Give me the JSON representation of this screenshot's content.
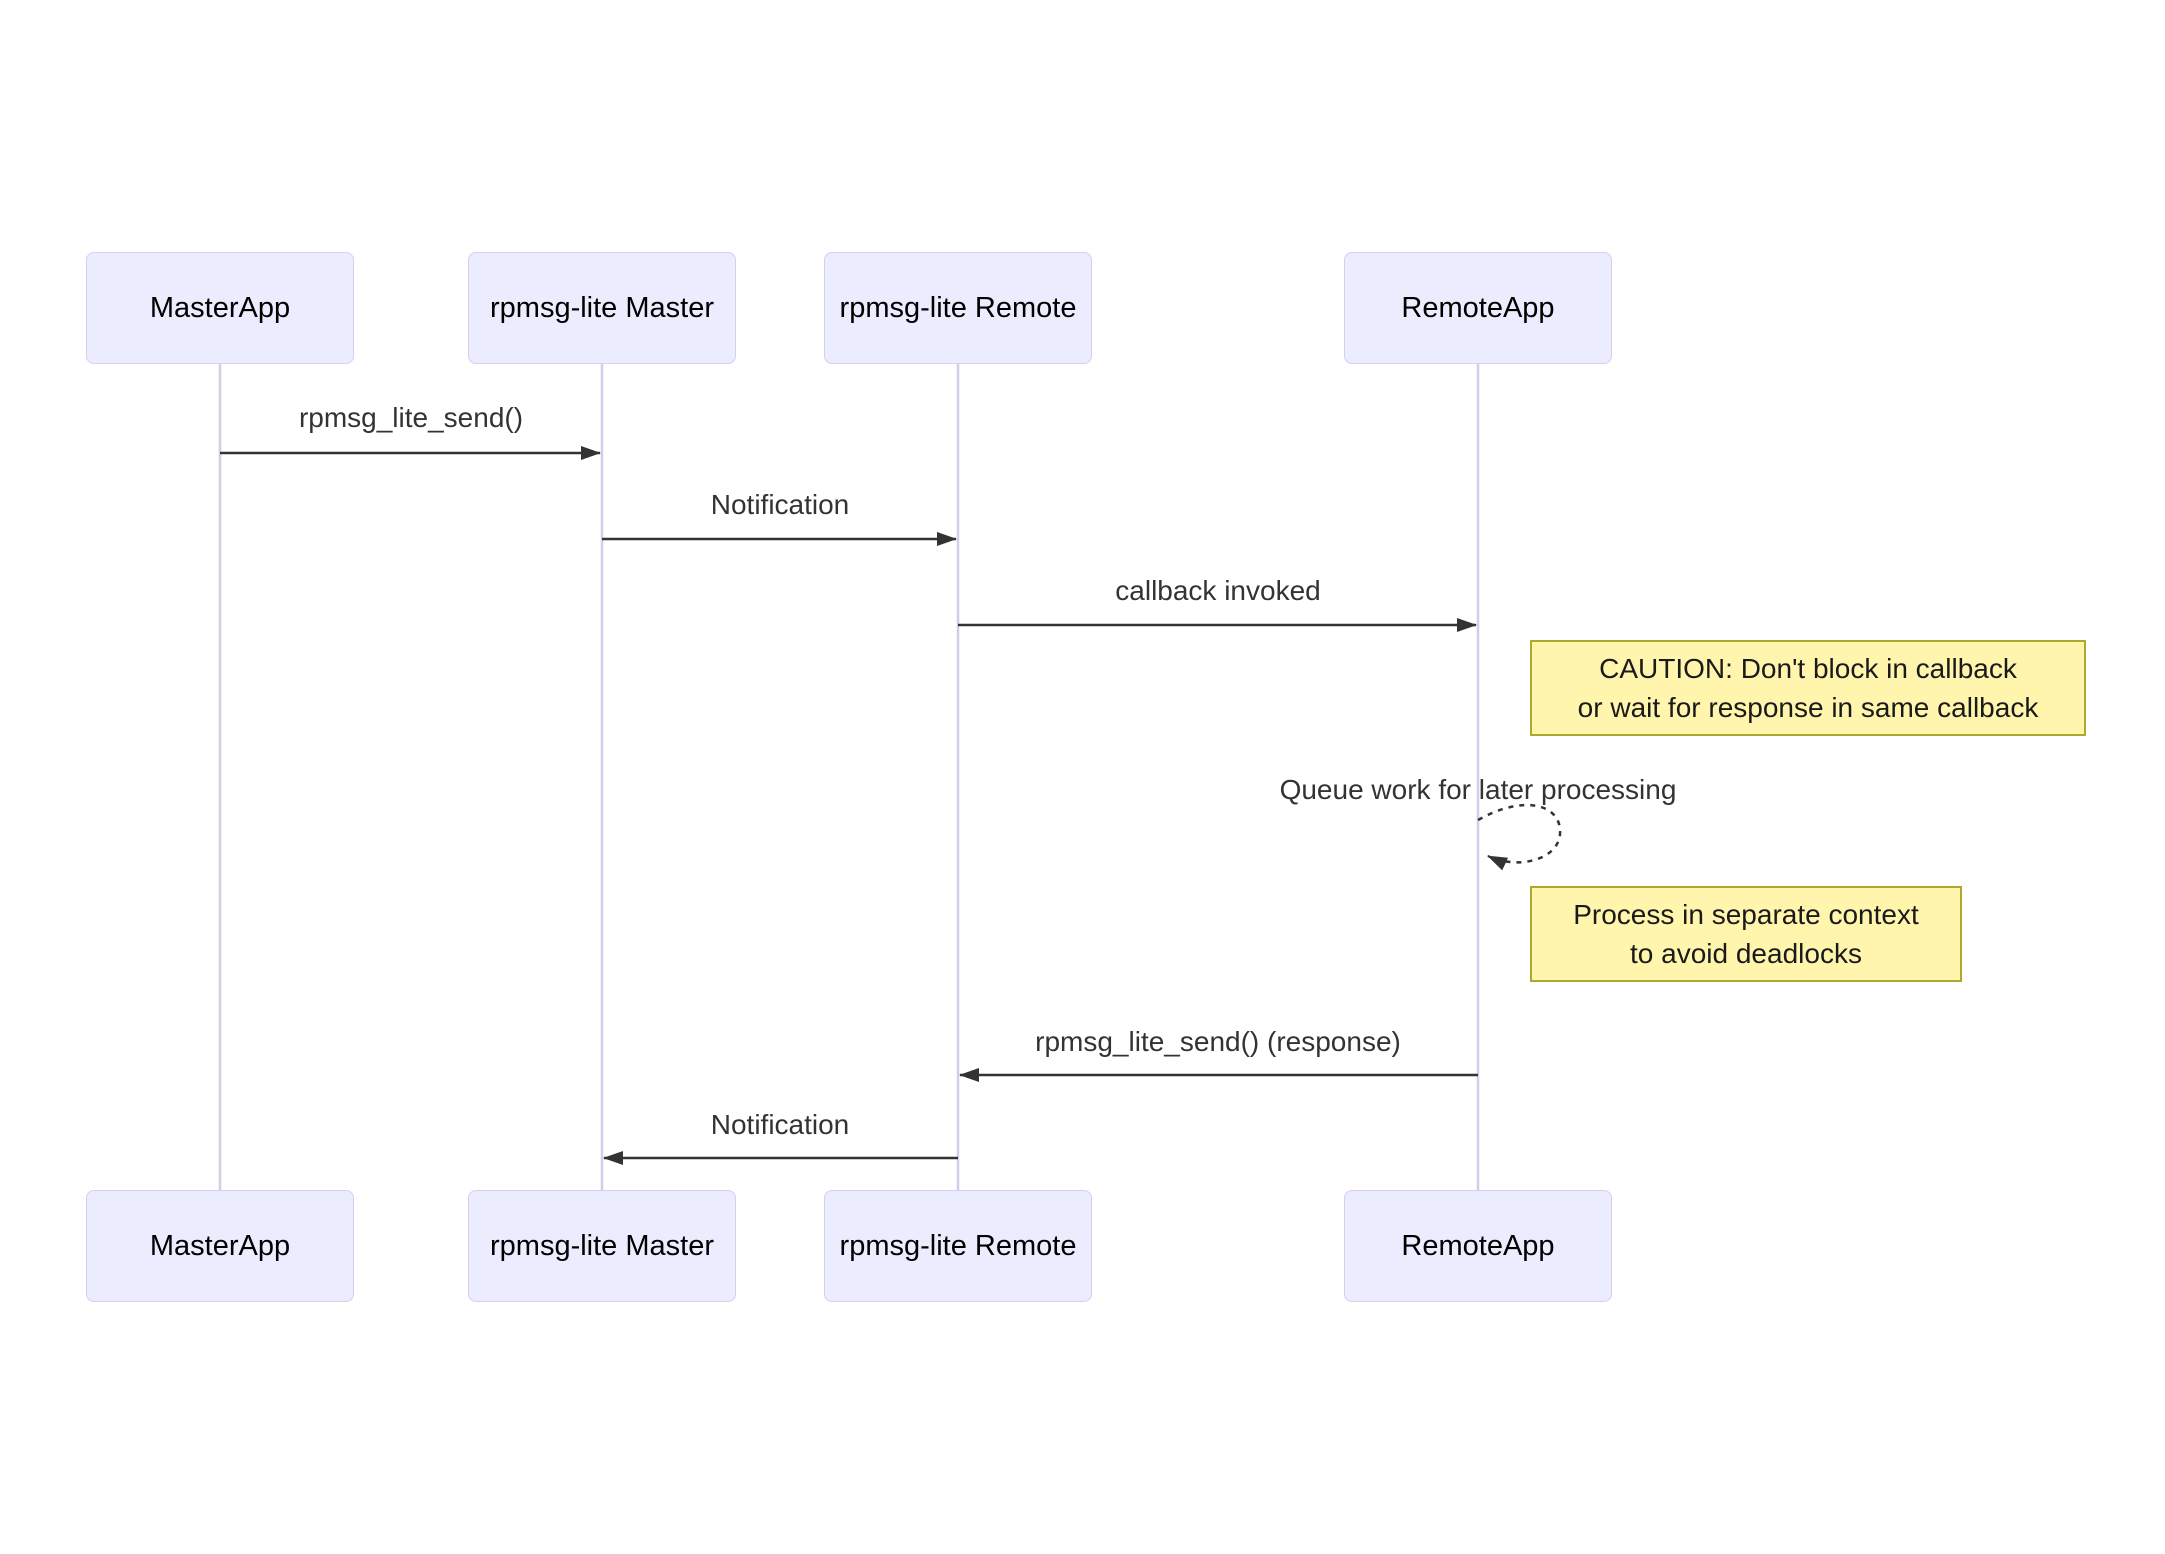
{
  "diagram_type": "sequence-diagram",
  "colors": {
    "background": "#ffffff",
    "actor_fill": "#ECECFF",
    "actor_border": "#D9CCF2",
    "lifeline": "#D5CCE8",
    "arrow": "#333333",
    "message_text": "#333333",
    "actor_text": "#000000",
    "note_fill": "#FFF5AD",
    "note_border": "#AAAA33",
    "note_text": "#1a1a1a"
  },
  "actors": [
    {
      "id": "masterapp",
      "label": "MasterApp"
    },
    {
      "id": "rpmsg-lite-master",
      "label": "rpmsg-lite Master"
    },
    {
      "id": "rpmsg-lite-remote",
      "label": "rpmsg-lite Remote"
    },
    {
      "id": "remoteapp",
      "label": "RemoteApp"
    }
  ],
  "messages": [
    {
      "from": "MasterApp",
      "to": "rpmsg-lite Master",
      "label": "rpmsg_lite_send()",
      "line": "solid",
      "direction": "right"
    },
    {
      "from": "rpmsg-lite Master",
      "to": "rpmsg-lite Remote",
      "label": "Notification",
      "line": "solid",
      "direction": "right"
    },
    {
      "from": "rpmsg-lite Remote",
      "to": "RemoteApp",
      "label": "callback invoked",
      "line": "solid",
      "direction": "right"
    },
    {
      "from": "RemoteApp",
      "to": "RemoteApp",
      "label": "Queue work for later processing",
      "line": "dashed",
      "direction": "self"
    },
    {
      "from": "RemoteApp",
      "to": "rpmsg-lite Remote",
      "label": "rpmsg_lite_send() (response)",
      "line": "solid",
      "direction": "left"
    },
    {
      "from": "rpmsg-lite Remote",
      "to": "rpmsg-lite Master",
      "label": "Notification",
      "line": "solid",
      "direction": "left"
    }
  ],
  "notes": [
    {
      "position": "right of RemoteApp",
      "text": "CAUTION: Don't block in callback\nor wait for response in same callback"
    },
    {
      "position": "right of RemoteApp",
      "text": "Process in separate context\nto avoid deadlocks"
    }
  ]
}
